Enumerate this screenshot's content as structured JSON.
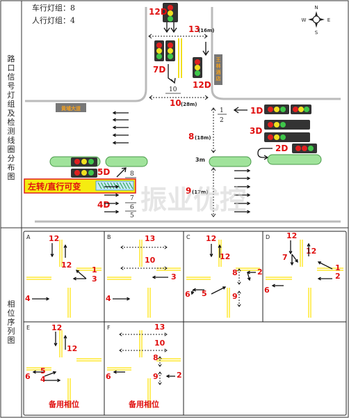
{
  "side_labels": {
    "top": [
      "路",
      "口",
      "信",
      "号",
      "灯",
      "组",
      "及",
      "检",
      "测",
      "线",
      "圈",
      "分",
      "布",
      "图"
    ],
    "bottom": [
      "相",
      "位",
      "序",
      "列",
      "图"
    ]
  },
  "header": {
    "vehicle_groups": "车行灯组：8",
    "ped_groups": "人行灯组：4"
  },
  "compass": {
    "n": "N",
    "s": "S",
    "e": "E",
    "w": "W"
  },
  "intersection": {
    "roads": {
      "west": "黄埔大道",
      "north_east": "王林酒店"
    },
    "signal_labels": [
      "12D",
      "7D",
      "12D",
      "1D",
      "3D",
      "2D",
      "5D",
      "4D"
    ],
    "numbers": {
      "n13": "13",
      "n13_len": "(16m)",
      "n10": "10",
      "n10_len": "(28m)",
      "n8": "8",
      "n8_len": "(18m)",
      "n9": "9",
      "n9_len": "(17m)",
      "three_m": "3m",
      "lane_nums": [
        "10",
        "1",
        "2",
        "8",
        "7",
        "6",
        "5"
      ]
    },
    "variable_lane": "左转/直行可变"
  },
  "watermark": "振业优控",
  "phases": [
    {
      "id": "A",
      "nums": [
        "12",
        "12",
        "1",
        "3",
        "4"
      ]
    },
    {
      "id": "B",
      "nums": [
        "13",
        "10",
        "3",
        "4"
      ]
    },
    {
      "id": "C",
      "nums": [
        "12",
        "12",
        "8",
        "2",
        "6",
        "5",
        "9"
      ]
    },
    {
      "id": "D",
      "nums": [
        "12",
        "7",
        "12",
        "1",
        "2",
        "6"
      ]
    },
    {
      "id": "E",
      "nums": [
        "12",
        "12",
        "6",
        "5",
        "4"
      ],
      "caption": "备用相位"
    },
    {
      "id": "F",
      "nums": [
        "13",
        "10",
        "8",
        "6",
        "9",
        "2"
      ],
      "caption": "备用相位"
    }
  ],
  "colors": {
    "red": "#e02020",
    "yellow": "#f0e020",
    "green": "#3fc64a",
    "number_red": "#e01010",
    "lane_yellow": "#ffe830",
    "island_green": "#9fe09f"
  }
}
